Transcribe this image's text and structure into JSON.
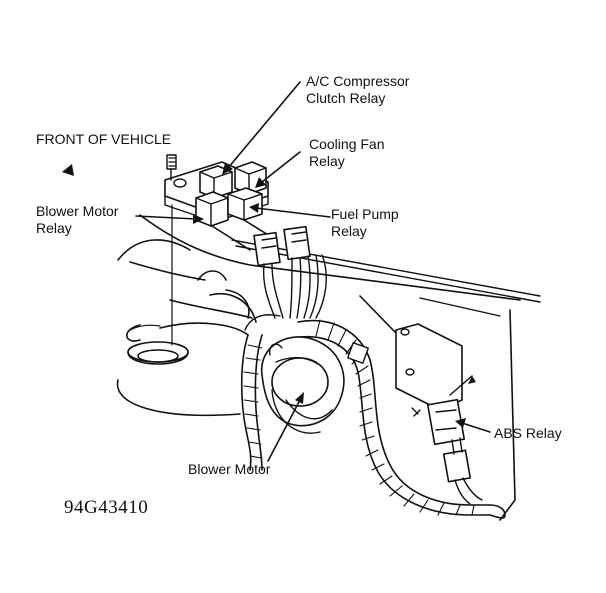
{
  "labels": {
    "front_of_vehicle": "FRONT OF VEHICLE",
    "ac_relay_line1": "A/C Compressor",
    "ac_relay_line2": "Clutch Relay",
    "cooling_fan_line1": "Cooling Fan",
    "cooling_fan_line2": "Relay",
    "blower_relay_line1": "Blower Motor",
    "blower_relay_line2": "Relay",
    "fuel_pump_line1": "Fuel Pump",
    "fuel_pump_line2": "Relay",
    "abs_relay": "ABS Relay",
    "blower_motor": "Blower Motor"
  },
  "figure_id": "94G43410",
  "colors": {
    "ink": "#111111",
    "background": "#ffffff"
  },
  "icons": {
    "front_direction": "front-direction-arrow-icon"
  }
}
